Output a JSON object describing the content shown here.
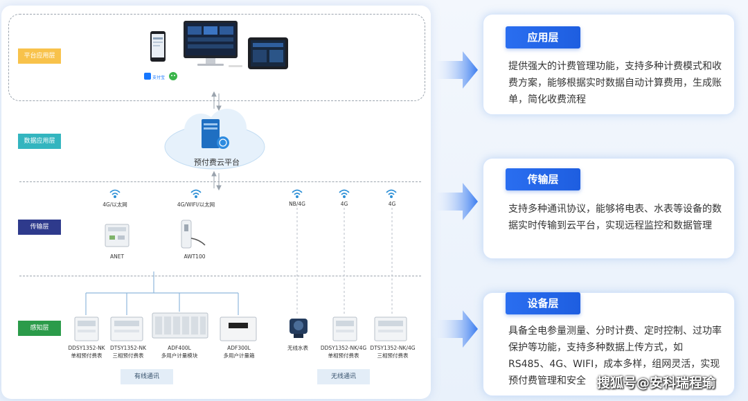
{
  "layers": {
    "platform_app": "平台应用层",
    "data_app": "数据应用层",
    "transport": "传输层",
    "perception": "感知层"
  },
  "cloud_label": "预付费云平台",
  "gateways": [
    {
      "comm": "4G/以太网",
      "name": "ANET"
    },
    {
      "comm": "4G/WIFI/以太网",
      "name": "AWT100"
    }
  ],
  "wireless_comm": [
    "NB/4G",
    "4G",
    "4G"
  ],
  "wired_devices": [
    {
      "model": "DDSY1352-NK",
      "desc": "单相预付费表"
    },
    {
      "model": "DTSY1352-NK",
      "desc": "三相预付费表"
    },
    {
      "model": "ADF400L",
      "desc": "多用户计量模块"
    },
    {
      "model": "ADF300L",
      "desc": "多用户计量箱"
    }
  ],
  "wireless_devices": [
    {
      "model": "无线水表",
      "desc": ""
    },
    {
      "model": "DDSY1352-NK/4G",
      "desc": "单相预付费表"
    },
    {
      "model": "DTSY1352-NK/4G",
      "desc": "三相预付费表"
    }
  ],
  "comm_groups": {
    "wired": "有线通讯",
    "wireless": "无线通讯"
  },
  "apps": {
    "alipay": "支付宝"
  },
  "cards": [
    {
      "title": "应用层",
      "text": "提供强大的计费管理功能，支持多种计费模式和收费方案，能够根据实时数据自动计算费用，生成账单，简化收费流程"
    },
    {
      "title": "传输层",
      "text": "支持多种通讯协议，能够将电表、水表等设备的数据实时传输到云平台，实现远程监控和数据管理"
    },
    {
      "title": "设备层",
      "text": "具备全电参量测量、分时计费、定时控制、过功率保护等功能，支持多种数据上传方式，如RS485、4G、WIFI，成本多样，组网灵活，实现预付费管理和安全"
    }
  ],
  "watermark": "搜狐号@安科瑞程瑜",
  "colors": {
    "accent": "#2a6ef0",
    "tag_yellow": "#f8c24b",
    "tag_teal": "#33b5bf",
    "tag_navy": "#2e3a8c",
    "tag_green": "#2b9b4a"
  }
}
